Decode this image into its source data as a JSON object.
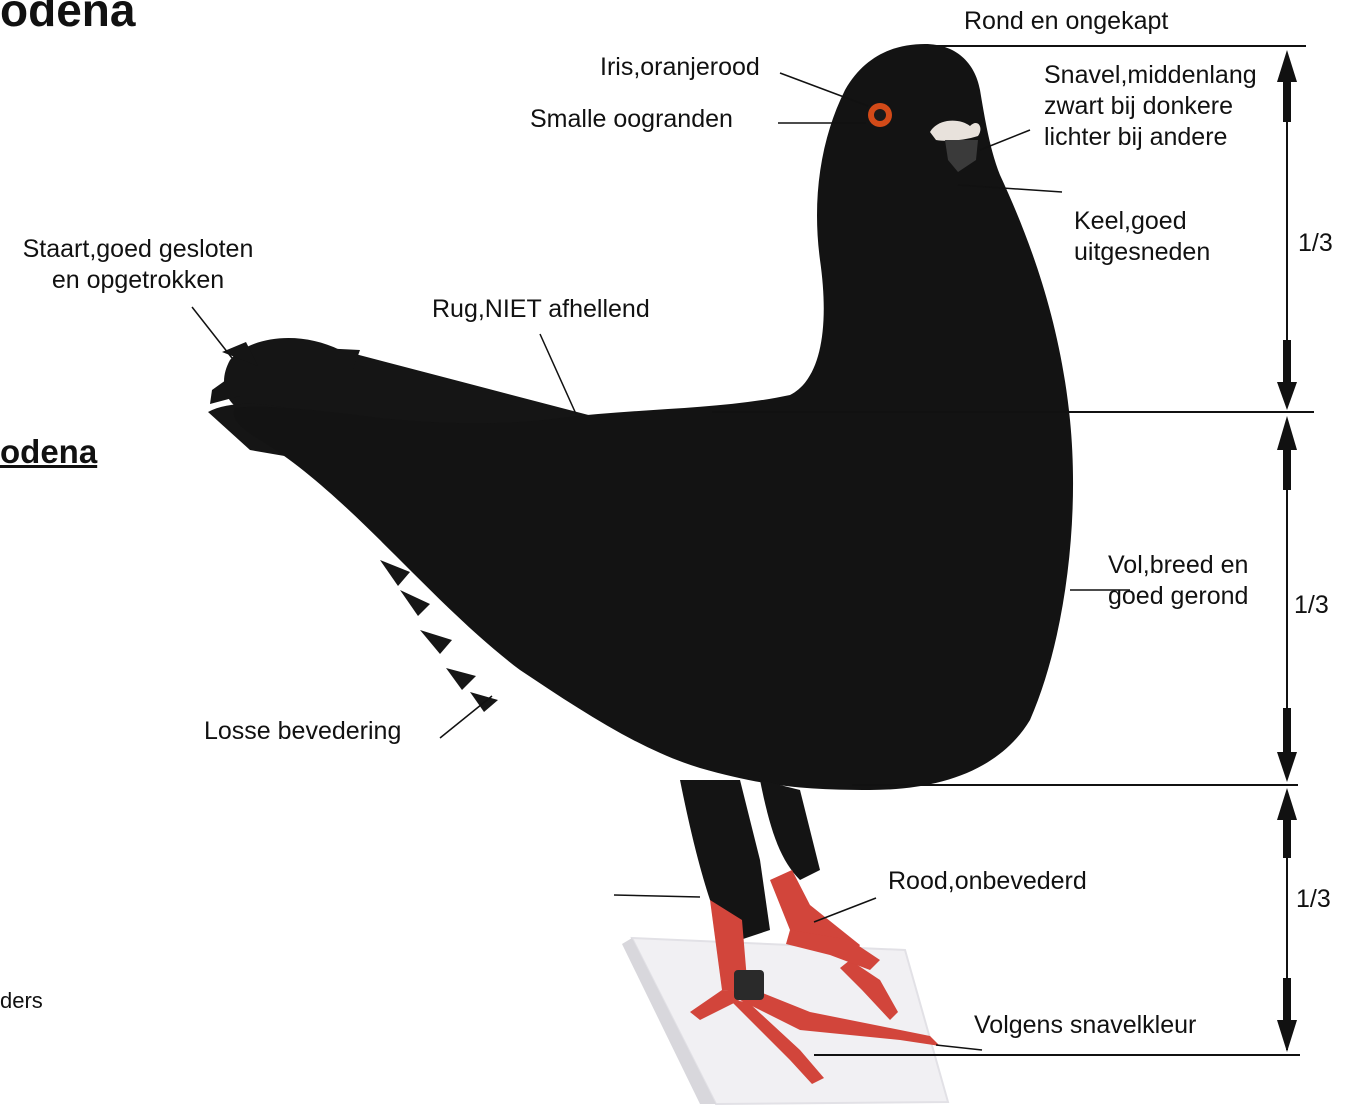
{
  "page": {
    "title_partial": "odena",
    "subtitle_partial": "odena",
    "footnote_partial": "ders"
  },
  "labels": {
    "head_shape": "Rond en ongekapt",
    "iris": "Iris,oranjerood",
    "eye_ceres": "Smalle oogranden",
    "beak": [
      "Snavel,middenlang",
      "zwart bij donkere",
      "lichter bij andere"
    ],
    "throat": [
      "Keel,goed",
      "uitgesneden"
    ],
    "tail": [
      "Staart,goed gesloten",
      "en opgetrokken"
    ],
    "back": "Rug,NIET afhellend",
    "breast": [
      "Vol,breed en",
      "goed gerond"
    ],
    "feathering": "Losse bevedering",
    "legs": "Rood,onbevederd",
    "nails": "Volgens snavelkleur"
  },
  "proportions": {
    "top": "1/3",
    "middle": "1/3",
    "bottom": "1/3"
  },
  "colors": {
    "plumage": "#121212",
    "legs": "#d2453b",
    "iris": "#d24a18",
    "cere": "#e8e2dc",
    "stand": "#f1f0f3"
  }
}
